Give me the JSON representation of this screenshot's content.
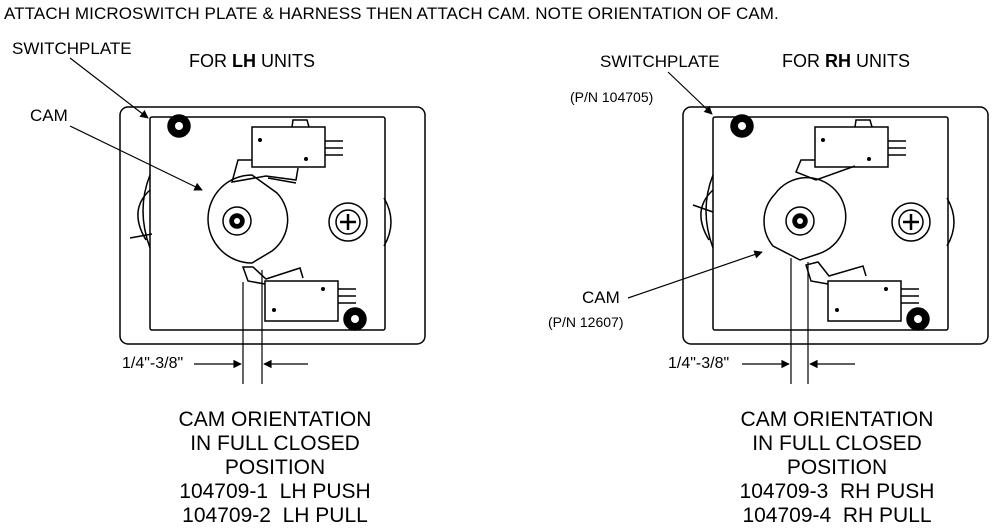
{
  "header": "ATTACH MICROSWITCH PLATE & HARNESS THEN ATTACH CAM. NOTE ORIENTATION OF CAM.",
  "left": {
    "switchplate_label": "SWITCHPLATE",
    "title_prefix": "FOR ",
    "title_bold": "LH",
    "title_suffix": " UNITS",
    "cam_label": "CAM",
    "dimension": "1/4\"-3/8\"",
    "caption_1": "CAM ORIENTATION",
    "caption_2": "IN FULL CLOSED",
    "caption_3": "POSITION",
    "caption_4": "104709-1  LH PUSH",
    "caption_5": "104709-2  LH PULL"
  },
  "right": {
    "switchplate_label": "SWITCHPLATE",
    "switchplate_pn": "(P/N 104705)",
    "title_prefix": "FOR ",
    "title_bold": "RH",
    "title_suffix": " UNITS",
    "cam_label": "CAM",
    "cam_pn": "(P/N 12607)",
    "dimension": "1/4\"-3/8\"",
    "caption_1": "CAM ORIENTATION",
    "caption_2": "IN FULL CLOSED",
    "caption_3": "POSITION",
    "caption_4": "104709-3  RH PUSH",
    "caption_5": "104709-4  RH PULL"
  }
}
